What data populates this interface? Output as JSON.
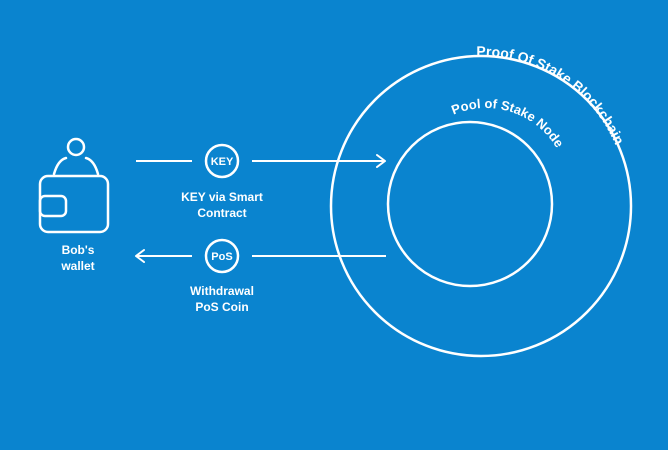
{
  "colors": {
    "background": "#0A84CF",
    "foreground": "#FFFFFF"
  },
  "wallet": {
    "label": "Bob's\nwallet",
    "icon": "wallet-user-icon"
  },
  "key_flow": {
    "badge": "KEY",
    "label": "KEY via Smart\nContract",
    "direction": "right"
  },
  "pos_flow": {
    "badge": "PoS",
    "label": "Withdrawal\nPoS Coin",
    "direction": "left"
  },
  "outer_ring": {
    "label": "Proof Of Stake Blockchain"
  },
  "inner_ring": {
    "label": "Pool of Stake Node"
  }
}
